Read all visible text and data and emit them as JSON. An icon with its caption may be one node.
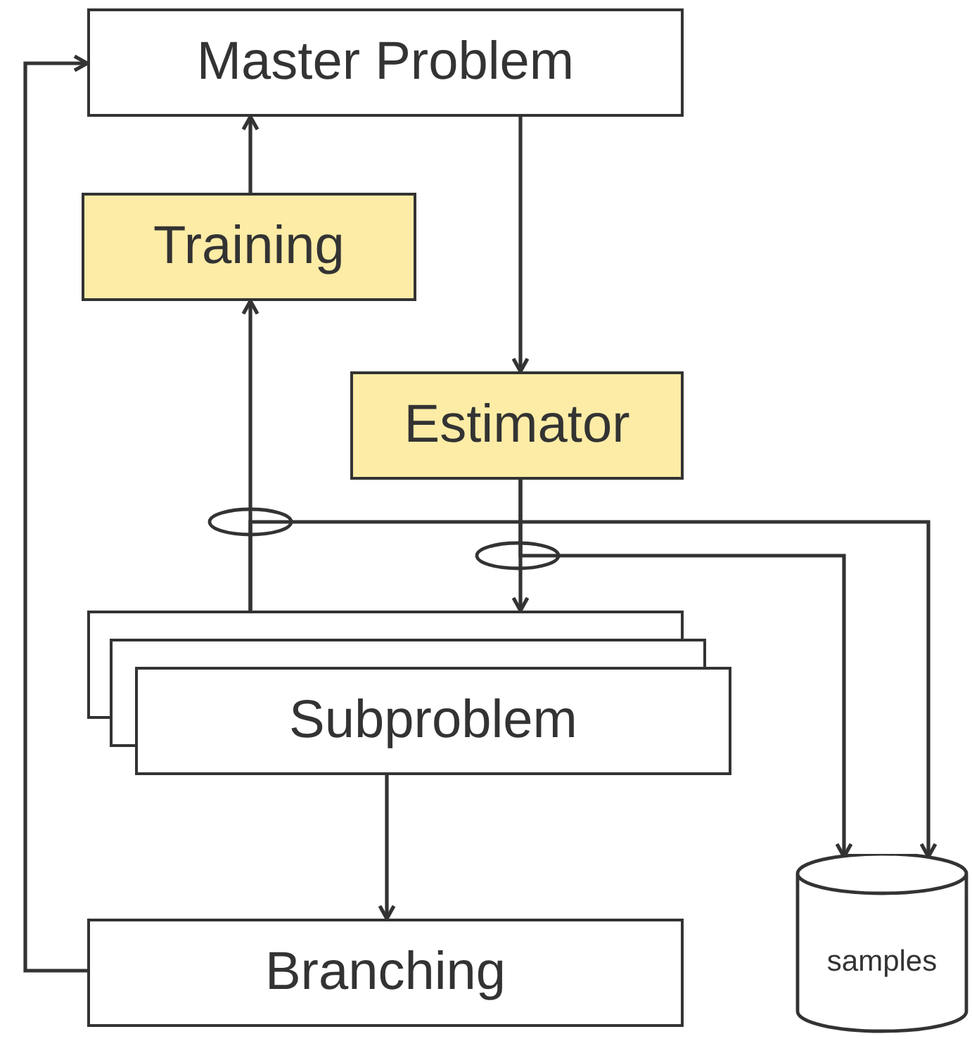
{
  "diagram": {
    "nodes": [
      {
        "text": [
          "Master Problem"
        ]
      },
      {
        "text": [
          "Training"
        ]
      },
      {
        "text": [
          "Estimator"
        ]
      },
      {
        "text": [
          "Subproblem"
        ]
      },
      {
        "text": [
          "Branching"
        ]
      },
      {
        "text": [
          "samples"
        ]
      }
    ],
    "edges": [
      {
        "from": 0,
        "to": 2,
        "arrow": "to"
      },
      {
        "from": 2,
        "to": 3,
        "arrow": "to"
      },
      {
        "from": 3,
        "to": 1,
        "arrow": "to"
      },
      {
        "from": 1,
        "to": 0,
        "arrow": "to"
      },
      {
        "from": 3,
        "to": 4,
        "arrow": "to"
      },
      {
        "from": 4,
        "to": 0,
        "arrow": "to"
      },
      {
        "from": 3,
        "to": 5,
        "arrow": "to"
      },
      {
        "from": 2,
        "to": 5,
        "arrow": "to"
      }
    ]
  }
}
